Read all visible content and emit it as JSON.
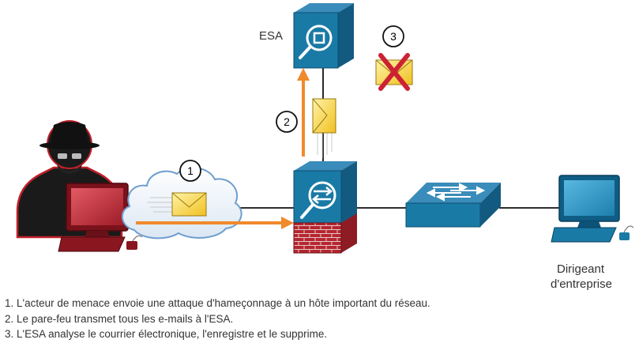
{
  "labels": {
    "esa": "ESA",
    "executive_line1": "Dirigeant",
    "executive_line2": "d'entreprise"
  },
  "steps": [
    "1",
    "2",
    "3"
  ],
  "captions": [
    "1. L'acteur de menace envoie une attaque d'hameçonnage à un hôte important du réseau.",
    "2. Le pare-feu transmet tous les e-mails à l'ESA.",
    "3. L'ESA analyse le courrier électronique, l'enregistre et le supprime."
  ],
  "icons": [
    "threat-actor-icon",
    "attacker-computer-icon",
    "cloud-icon",
    "email-icon",
    "esa-appliance-icon",
    "firewall-icon",
    "switch-icon",
    "executive-computer-icon",
    "deleted-email-icon"
  ],
  "colors": {
    "arrow": "#f08a2c",
    "device_blue": "#1a7aa6",
    "attacker_red": "#a8202b",
    "delete_x": "#cc2233",
    "email_yellow": "#f5d33a"
  }
}
